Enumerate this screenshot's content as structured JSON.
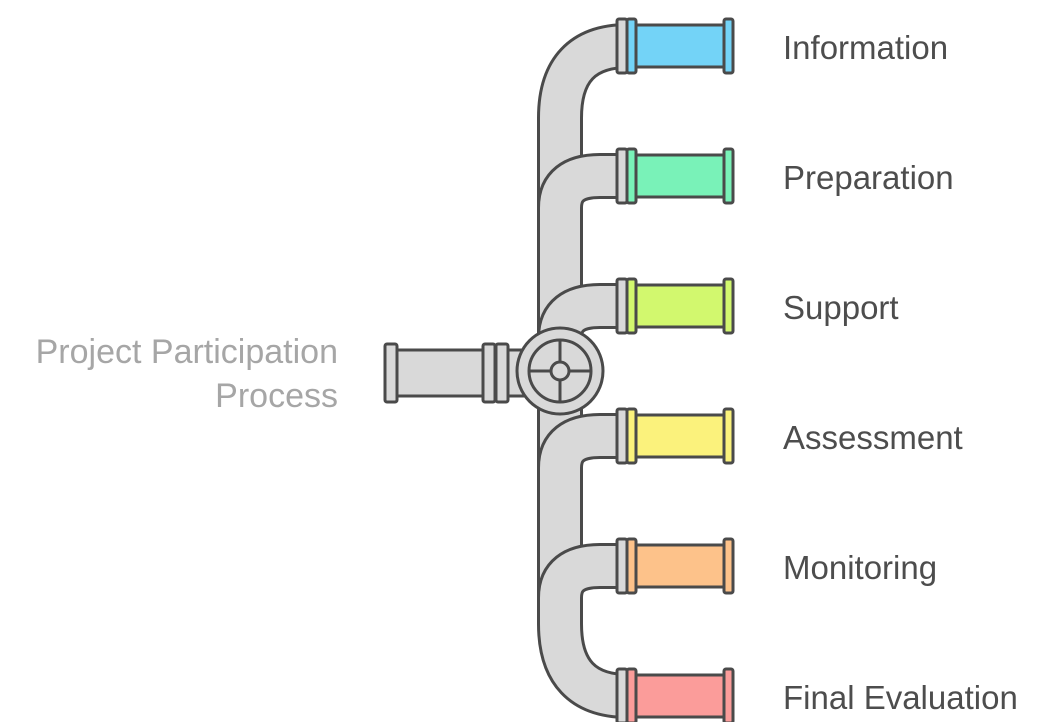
{
  "diagram": {
    "source": {
      "line1": "Project Participation",
      "line2": "Process"
    },
    "branches": [
      {
        "label": "Information",
        "color": "#73d3f7"
      },
      {
        "label": "Preparation",
        "color": "#79f2b8"
      },
      {
        "label": "Support",
        "color": "#d2f86e"
      },
      {
        "label": "Assessment",
        "color": "#fbf27c"
      },
      {
        "label": "Monitoring",
        "color": "#fdc28a"
      },
      {
        "label": "Final Evaluation",
        "color": "#fb9c9a"
      }
    ],
    "pipe_color": "#d9d9d9",
    "outline_color": "#4a4a4a"
  }
}
